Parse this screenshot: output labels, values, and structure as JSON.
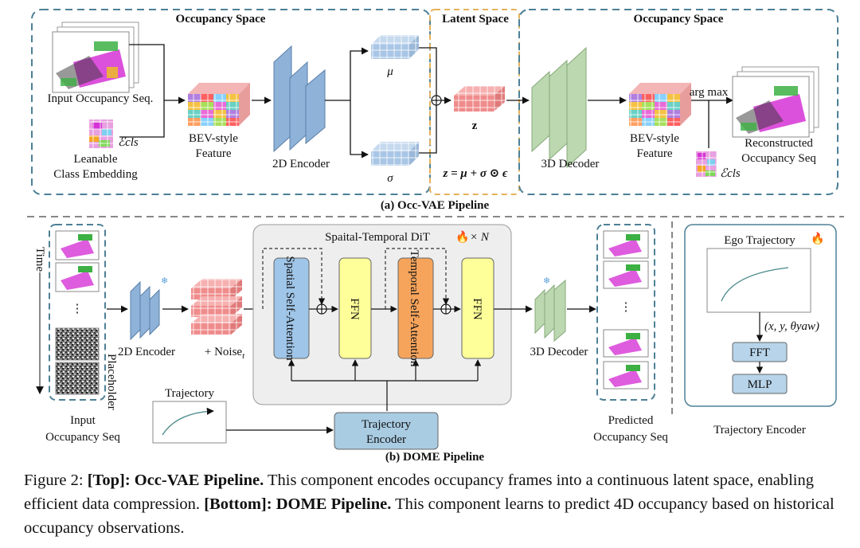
{
  "top": {
    "occupancy_space_label": "Occupancy Space",
    "latent_space_label": "Latent Space",
    "input_label": "Input Occupancy Seq.",
    "class_embed_line1": "Leanable",
    "class_embed_line2": "Class Embedding",
    "ecls": "ℰcls",
    "bev_line1": "BEV-style",
    "bev_line2": "Feature",
    "encoder_label": "2D Encoder",
    "mu": "μ",
    "sigma": "σ",
    "z": "z",
    "reparam": "z = μ + σ ⊙ ϵ",
    "decoder_label": "3D Decoder",
    "argmax": "arg max",
    "recon_line1": "Reconstructed",
    "recon_line2": "Occupancy Seq",
    "pipeline_label": "(a) Occ-VAE  Pipeline"
  },
  "bottom": {
    "time_label": "Time",
    "ellipsis": "⋮",
    "placeholder_label": "Placeholder",
    "input_line1": "Input",
    "input_line2": "Occupancy Seq",
    "encoder_label": "2D Encoder",
    "noise_label": "+ Noise",
    "noise_sub": "t",
    "dit_title": "Spaital-Temporal DiT",
    "times_n": "× N",
    "spatial_attn": "Spatial Self-Attention",
    "ffn": "FFN",
    "temporal_attn": "Temporal Self-Attention",
    "decoder_label": "3D Decoder",
    "trajectory_label": "Trajectory",
    "traj_enc_line1": "Trajectory",
    "traj_enc_line2": "Encoder",
    "pred_line1": "Predicted",
    "pred_line2": "Occupancy Seq",
    "pipeline_label": "(b) DOME  Pipeline",
    "ego_label": "Ego Trajectory",
    "ego_coords": "(x, y, θyaw)",
    "fft": "FFT",
    "mlp": "MLP",
    "traj_encoder_label": "Trajectory Encoder"
  },
  "caption": {
    "figure": "Figure 2: ",
    "top_tag": "[Top]: Occ-VAE Pipeline.",
    "top_text": " This component encodes occupancy frames into a continuous latent space, enabling efficient data compression. ",
    "bottom_tag": "[Bottom]: DOME Pipeline.",
    "bottom_text": " This component learns to predict 4D occupancy based on historical occupancy observations."
  },
  "colors": {
    "dashed_frame": "#4d8096",
    "latent_frame": "#e4b25c",
    "encoder_blue": "#8fb2d8",
    "decoder_green": "#bcd8b0",
    "latent_red": "#ef8c8c",
    "ffn_yellow": "#ffff99",
    "spatial_blue": "#9fc5e8",
    "temporal_orange": "#f6a45c",
    "dit_gray": "#eeeeee",
    "traj_box": "#a9cce3",
    "fft_box": "#b7d4ea"
  }
}
